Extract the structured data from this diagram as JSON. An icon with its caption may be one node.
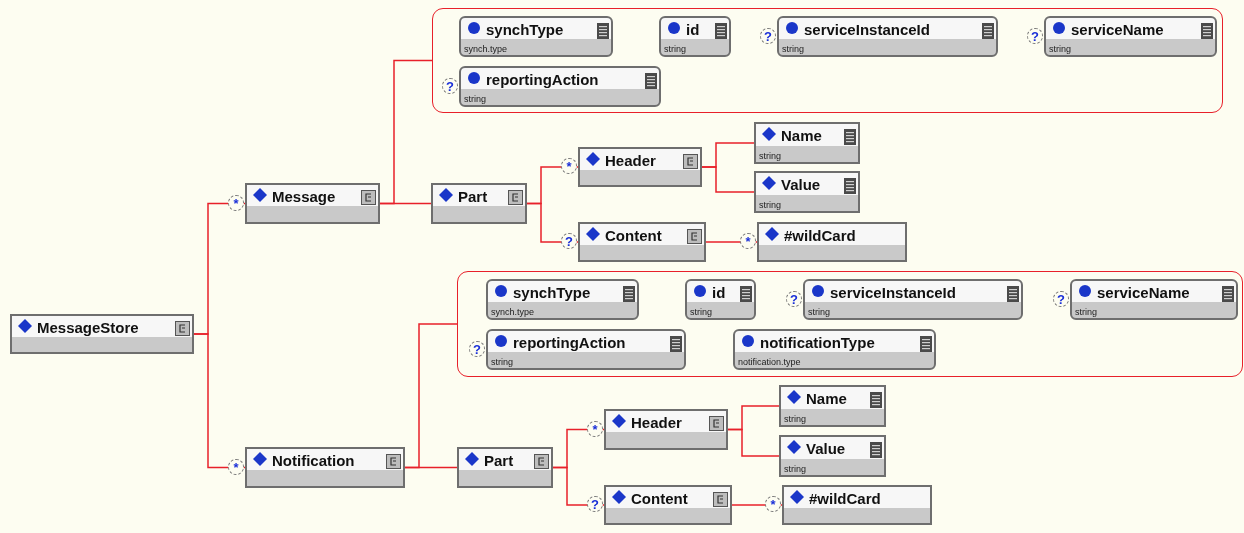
{
  "diagram": {
    "nodes": [
      {
        "text": [
          "MessageStore"
        ]
      },
      {
        "text": [
          "Message"
        ],
        "beside": [
          "*"
        ]
      },
      {
        "text": [],
        "shape": "box"
      },
      {
        "text": [
          "synchType",
          "synch.type"
        ],
        "in": 2
      },
      {
        "text": [
          "id",
          "string"
        ],
        "in": 2
      },
      {
        "text": [
          "serviceInstanceId",
          "string"
        ],
        "in": 2,
        "beside": [
          "?"
        ]
      },
      {
        "text": [
          "serviceName",
          "string"
        ],
        "in": 2,
        "beside": [
          "?"
        ]
      },
      {
        "text": [
          "reportingAction",
          "string"
        ],
        "in": 2,
        "beside": [
          "?"
        ]
      },
      {
        "text": [
          "Part"
        ]
      },
      {
        "text": [
          "Header"
        ],
        "beside": [
          "*"
        ]
      },
      {
        "text": [
          "Name",
          "string"
        ]
      },
      {
        "text": [
          "Value",
          "string"
        ]
      },
      {
        "text": [
          "Content"
        ],
        "beside": [
          "?"
        ]
      },
      {
        "text": [
          "#wildCard"
        ],
        "beside": [
          "*"
        ]
      },
      {
        "text": [
          "Notification"
        ],
        "beside": [
          "*"
        ]
      },
      {
        "text": [],
        "shape": "box"
      },
      {
        "text": [
          "synchType",
          "synch.type"
        ],
        "in": 15
      },
      {
        "text": [
          "id",
          "string"
        ],
        "in": 15
      },
      {
        "text": [
          "serviceInstanceId",
          "string"
        ],
        "in": 15,
        "beside": [
          "?"
        ]
      },
      {
        "text": [
          "serviceName",
          "string"
        ],
        "in": 15,
        "beside": [
          "?"
        ]
      },
      {
        "text": [
          "reportingAction",
          "string"
        ],
        "in": 15,
        "beside": [
          "?"
        ]
      },
      {
        "text": [
          "notificationType",
          "notification.type"
        ],
        "in": 15
      },
      {
        "text": [
          "Part"
        ]
      },
      {
        "text": [
          "Header"
        ],
        "beside": [
          "*"
        ]
      },
      {
        "text": [
          "Name",
          "string"
        ]
      },
      {
        "text": [
          "Value",
          "string"
        ]
      },
      {
        "text": [
          "Content"
        ],
        "beside": [
          "?"
        ]
      },
      {
        "text": [
          "#wildCard"
        ],
        "beside": [
          "*"
        ]
      }
    ],
    "edges": [
      {
        "from": 0,
        "to": 1,
        "arrow": "none"
      },
      {
        "from": 0,
        "to": 14,
        "arrow": "none"
      },
      {
        "from": 1,
        "to": 2,
        "arrow": "none"
      },
      {
        "from": 1,
        "to": 8,
        "arrow": "none"
      },
      {
        "from": 8,
        "to": 9,
        "arrow": "none"
      },
      {
        "from": 8,
        "to": 12,
        "arrow": "none"
      },
      {
        "from": 9,
        "to": 10,
        "arrow": "none"
      },
      {
        "from": 9,
        "to": 11,
        "arrow": "none"
      },
      {
        "from": 12,
        "to": 13,
        "arrow": "none"
      },
      {
        "from": 14,
        "to": 15,
        "arrow": "none"
      },
      {
        "from": 14,
        "to": 22,
        "arrow": "none"
      },
      {
        "from": 22,
        "to": 23,
        "arrow": "none"
      },
      {
        "from": 22,
        "to": 26,
        "arrow": "none"
      },
      {
        "from": 23,
        "to": 24,
        "arrow": "none"
      },
      {
        "from": 23,
        "to": 25,
        "arrow": "none"
      },
      {
        "from": 26,
        "to": 27,
        "arrow": "none"
      }
    ]
  }
}
